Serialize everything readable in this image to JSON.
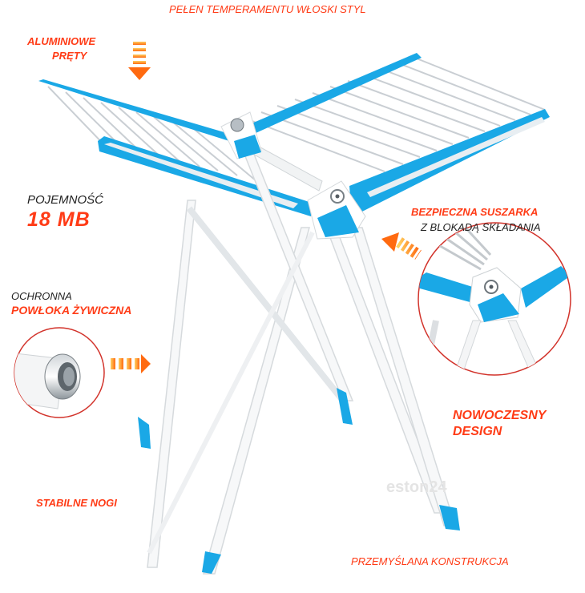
{
  "header": {
    "title": "PEŁEN TEMPERAMENTU WŁOSKI STYL"
  },
  "features": {
    "aluminium_line1": "ALUMINIOWE",
    "aluminium_line2": "PRĘTY",
    "capacity_label": "POJEMNOŚĆ",
    "capacity_value": "18 MB",
    "coating_line1": "OCHRONNA",
    "coating_line2": "POWŁOKA ŻYWICZNA",
    "safety_line1": "BEZPIECZNA SUSZARKA",
    "safety_line2": "Z BLOKADĄ SKŁADANIA",
    "design_line1": "NOWOCZESNY",
    "design_line2": "DESIGN",
    "legs": "STABILNE NOGI",
    "construction": "PRZEMYŚLANA KONSTRUKCJA"
  },
  "watermark": "eston24",
  "colors": {
    "accent_red": "#ff3b16",
    "accent_blue": "#1aa8e6",
    "arrow_orange": "#ff8a1a"
  }
}
